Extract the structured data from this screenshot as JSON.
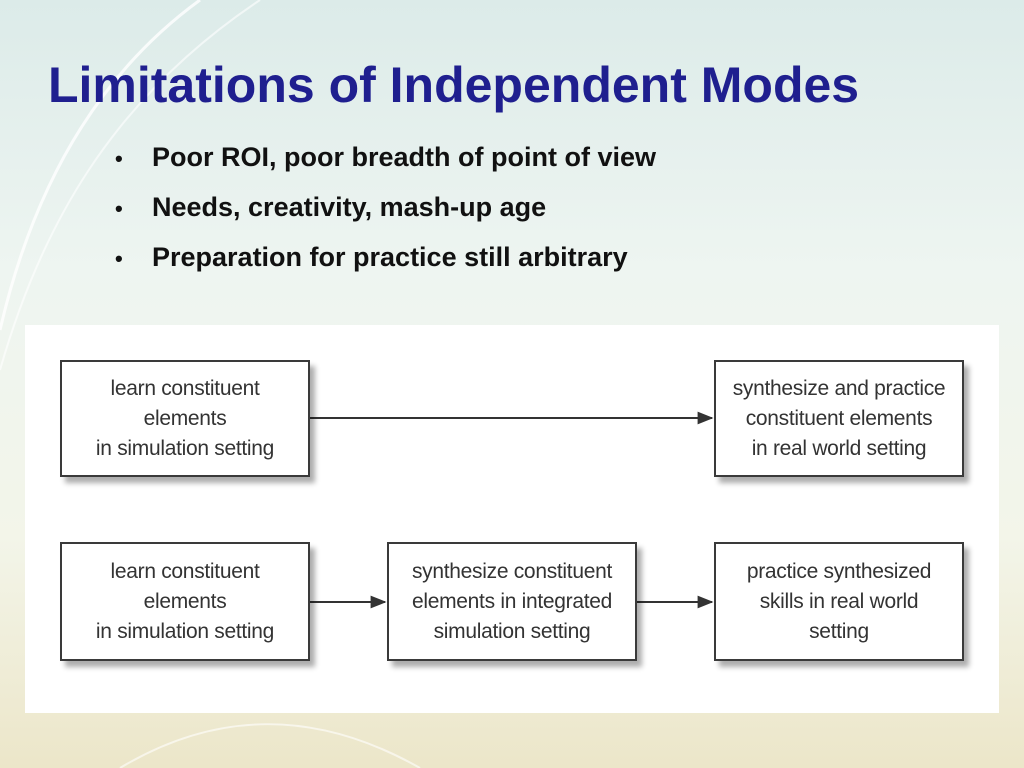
{
  "slide": {
    "title": "Limitations of Independent Modes",
    "bullets": [
      "Poor ROI, poor breadth of point of view",
      "Needs, creativity, mash-up age",
      "Preparation for practice still arbitrary"
    ]
  },
  "diagram": {
    "row1": {
      "left": [
        "learn constituent",
        "elements",
        "in simulation setting"
      ],
      "right": [
        "synthesize and practice",
        "constituent elements",
        "in real world setting"
      ]
    },
    "row2": {
      "left": [
        "learn constituent",
        "elements",
        "in simulation setting"
      ],
      "middle": [
        "synthesize  constituent",
        "elements in integrated",
        "simulation setting"
      ],
      "right": [
        "practice synthesized",
        "skills in real world",
        "setting"
      ]
    }
  },
  "colors": {
    "title": "#1f1f8f",
    "box_border": "#3a3a3a",
    "arrow": "#333333"
  }
}
